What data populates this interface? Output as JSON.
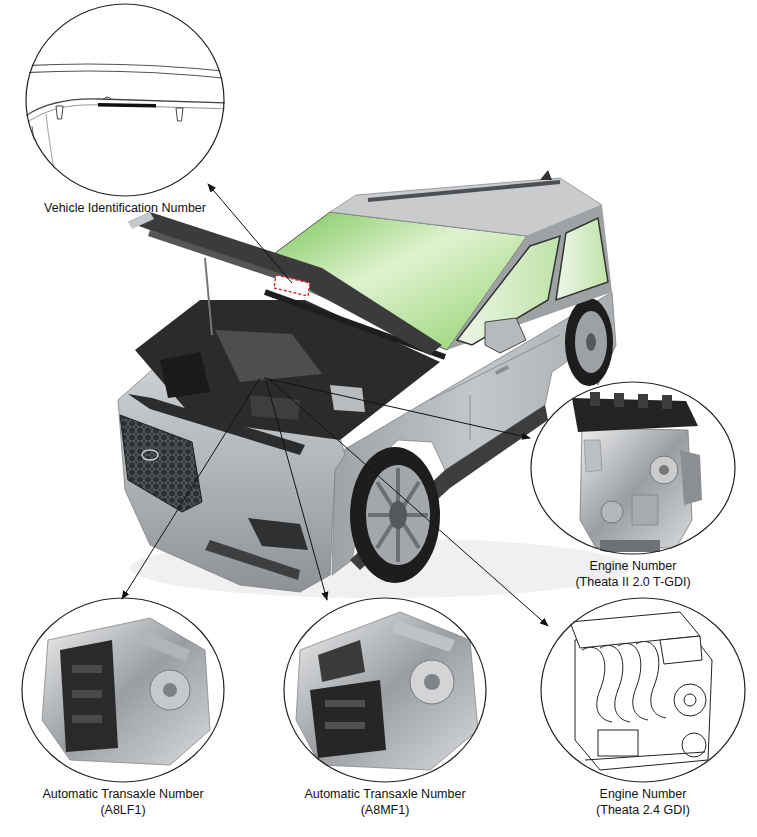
{
  "diagram": {
    "nodes": [
      {
        "text": [
          "Vehicle Identification Number"
        ]
      },
      {
        "text": [
          "Engine Number (Theata II 2.0 T-GDI)"
        ]
      },
      {
        "text": [
          "Automatic Transaxle Number (A8LF1)"
        ]
      },
      {
        "text": [
          "Automatic Transaxle Number (A8MF1)"
        ]
      },
      {
        "text": [
          "Engine Number (Theata 2.4 GDI)"
        ]
      }
    ]
  }
}
